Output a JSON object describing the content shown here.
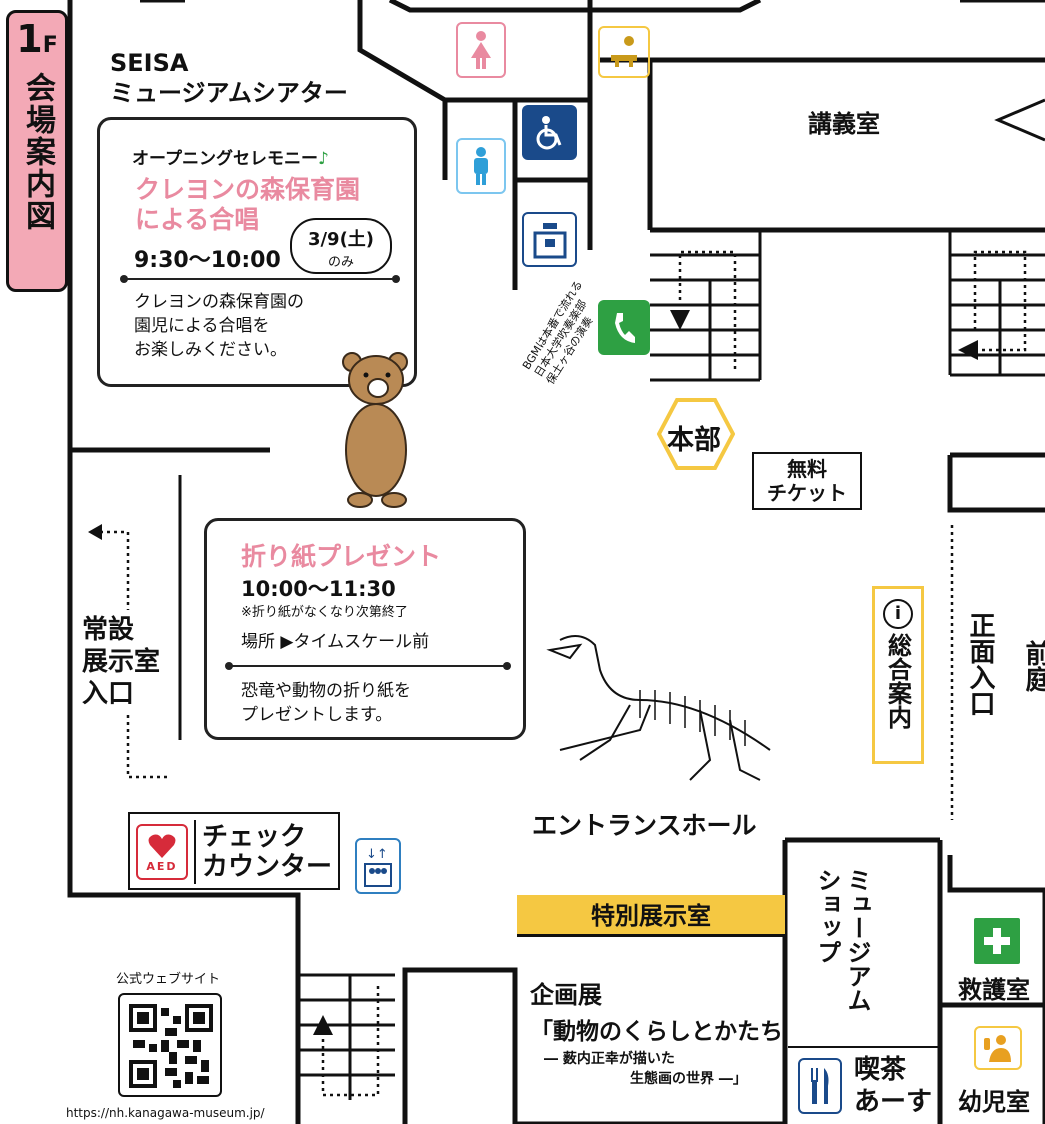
{
  "floor_tab": {
    "floor": "1",
    "floor_suffix": "F",
    "title": "会場案内図"
  },
  "theater": {
    "name_line1": "SEISA",
    "name_line2": "ミュージアムシアター"
  },
  "ceremony_card": {
    "header": "オープニングセレモニー",
    "title_line1": "クレヨンの森保育園",
    "title_line2": "による合唱",
    "time": "9:30〜10:00",
    "date_badge": "3/9(土)",
    "date_badge_note": "のみ",
    "desc_line1": "クレヨンの森保育園の",
    "desc_line2": "園児による合唱を",
    "desc_line3": "お楽しみください。"
  },
  "origami_card": {
    "title": "折り紙プレゼント",
    "time": "10:00〜11:30",
    "note": "※折り紙がなくなり次第終了",
    "place_label": "場所",
    "place_value": "タイムスケール前",
    "desc_line1": "恐竜や動物の折り紙を",
    "desc_line2": "プレゼントします。"
  },
  "rooms": {
    "lecture": "講義室",
    "permanent_line1": "常設",
    "permanent_line2": "展示室",
    "permanent_line3": "入口",
    "entrance_hall": "エントランスホール",
    "main_gate": "正面入口",
    "front_garden": "前庭",
    "info": "総合案内",
    "headquarters": "本部",
    "free_ticket_line1": "無料",
    "free_ticket_line2": "チケット",
    "check_counter_line1": "チェック",
    "check_counter_line2": "カウンター",
    "museum_shop": "ミュージアムショップ",
    "special_exhibit": "特別展示室",
    "first_aid": "救護室",
    "nursery": "幼児室",
    "cafe_line1": "喫茶",
    "cafe_line2": "あーす"
  },
  "special_exhibition": {
    "label": "企画展",
    "title": "「動物のくらしとかたち",
    "subtitle_line1": "― 薮内正幸が描いた",
    "subtitle_line2": "生態画の世界 ―」"
  },
  "bgm_note": {
    "line1": "BGMは本番で流れる",
    "line2": "日本大学吹奏楽部",
    "line3": "保土ヶ谷の演奏"
  },
  "aed_label": "AED",
  "website": {
    "label": "公式ウェブサイト",
    "url": "https://nh.kanagawa-museum.jp/"
  },
  "colors": {
    "pink": "#e98aa0",
    "blue": "#1a4a8a",
    "green": "#2ea043",
    "yellow": "#f5c842",
    "tab_pink": "#f3a9b6"
  },
  "icons": [
    "womens-restroom-icon",
    "mens-restroom-icon",
    "accessible-restroom-icon",
    "baby-changing-icon",
    "locker-icon",
    "phone-icon",
    "elevator-icon",
    "first-aid-icon",
    "nursing-room-icon",
    "restaurant-icon",
    "info-icon",
    "aed-icon",
    "qr-code-icon",
    "bear-mascot",
    "dinosaur-skeleton"
  ]
}
